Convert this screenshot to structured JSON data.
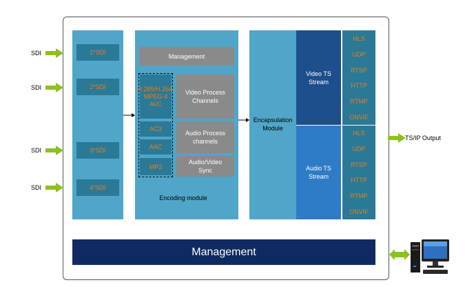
{
  "inputs": {
    "sdi_label": "SDI",
    "slots": [
      "1*SDI",
      "2*SDI",
      "3*SDI",
      "4*SDI"
    ]
  },
  "encoding": {
    "management": "Management",
    "video_codec": "H.265/H.264/ MPEG-4 AVC",
    "video_process": "Video Process Channels",
    "audio_codecs": [
      "AC3",
      "AAC",
      "MP3"
    ],
    "audio_process": "Audio Process channels",
    "av_sync": "Audio/Video Sync",
    "module_label": "Encoding module"
  },
  "encapsulation": {
    "label": "Encapsulation Module"
  },
  "streams": {
    "video": "Video TS Stream",
    "audio": "Audio TS Stream"
  },
  "protocols": {
    "video": [
      "HLS",
      "UDP",
      "RTSP",
      "HTTP",
      "RTMP",
      "ONVIF"
    ],
    "audio": [
      "HLS",
      "UDP",
      "RTSP",
      "HTTP",
      "RTMP",
      "ONVIF"
    ]
  },
  "output_label": "TS/IP Output",
  "management_bar": "Management",
  "colors": {
    "panel": "#4fa6c8",
    "dark_box": "#2a7a97",
    "video_stream": "#1c4f8c",
    "audio_stream": "#2e7cc7",
    "management_bar": "#0f2a63",
    "orange_text": "#f07a18",
    "arrow_green": "#8bc21c"
  }
}
